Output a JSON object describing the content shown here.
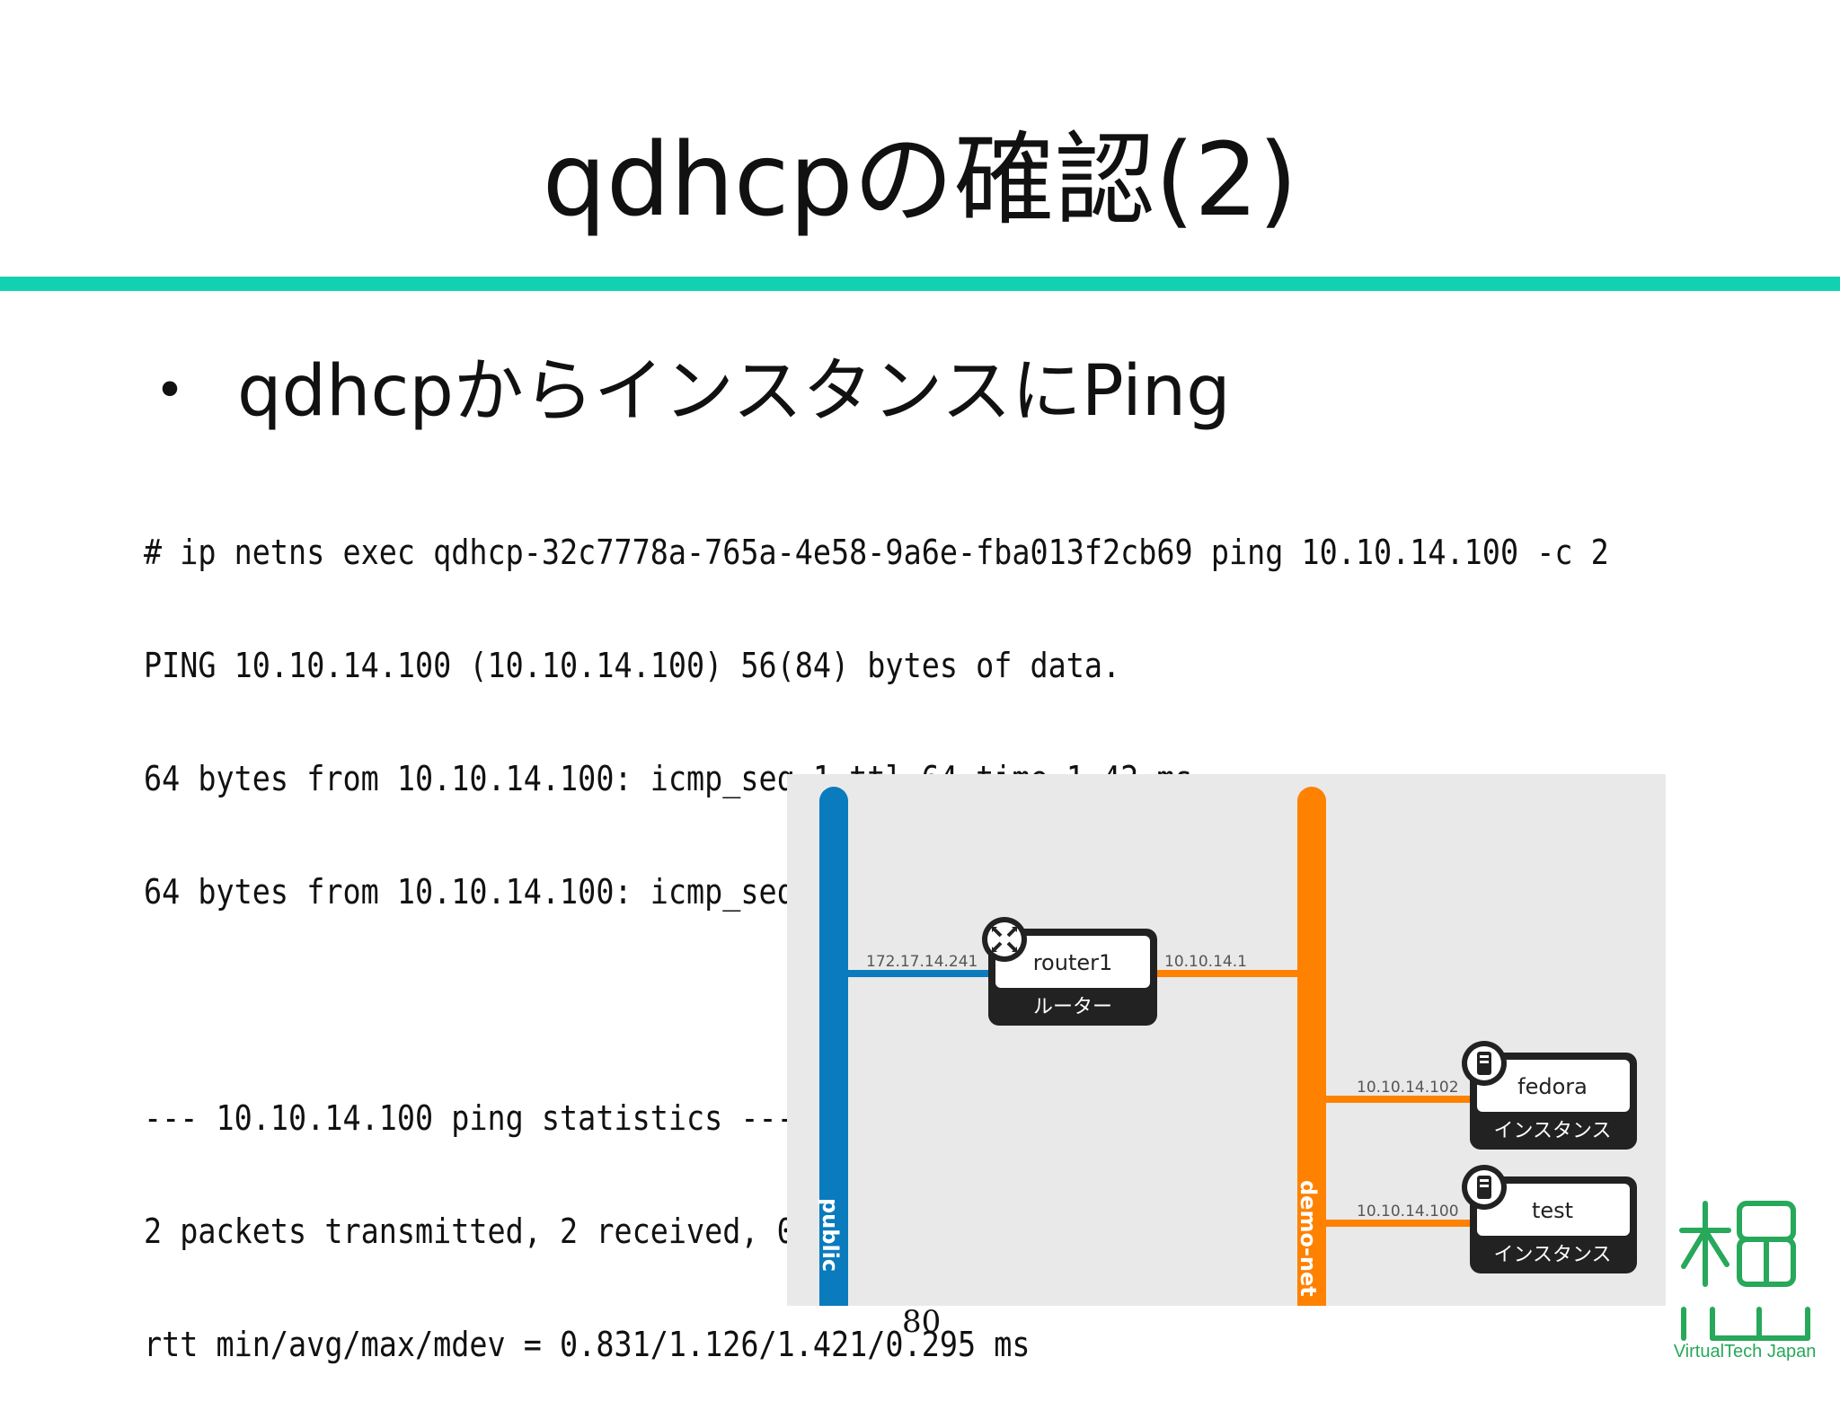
{
  "slide": {
    "title": "qdhcpの確認(2)",
    "bullet": "qdhcpからインスタンスにPing",
    "bullet_marker": "・",
    "page_number": "80"
  },
  "terminal": {
    "lines": [
      "# ip netns exec qdhcp-32c7778a-765a-4e58-9a6e-fba013f2cb69 ping 10.10.14.100 -c 2",
      "PING 10.10.14.100 (10.10.14.100) 56(84) bytes of data.",
      "64 bytes from 10.10.14.100: icmp_seq=1 ttl=64 time=1.42 ms",
      "64 bytes from 10.10.14.100: icmp_seq=2 ttl=64 time=0.831 ms",
      "",
      "--- 10.10.14.100 ping statistics ---",
      "2 packets transmitted, 2 received, 0% packet loss, time 1000ms",
      "rtt min/avg/max/mdev = 0.831/1.126/1.421/0.295 ms"
    ]
  },
  "topology": {
    "networks": {
      "public": {
        "label": "public",
        "color": "#0a7bbd"
      },
      "demo_net": {
        "label": "demo-net",
        "color": "#ff8100"
      }
    },
    "router": {
      "name": "router1",
      "type_label": "ルーター",
      "public_ip": "172.17.14.241",
      "demo_ip": "10.10.14.1",
      "icon": "router-icon"
    },
    "instances": [
      {
        "name": "fedora",
        "type_label": "インスタンス",
        "ip": "10.10.14.102",
        "icon": "server-icon"
      },
      {
        "name": "test",
        "type_label": "インスタンス",
        "ip": "10.10.14.100",
        "icon": "server-icon"
      }
    ]
  },
  "logo": {
    "text": "VirtualTech Japan",
    "color": "#27a85a",
    "icon": "virtualtech-logo-icon"
  },
  "colors": {
    "accent_rule": "#12d1b0",
    "node_dark": "#222222"
  }
}
